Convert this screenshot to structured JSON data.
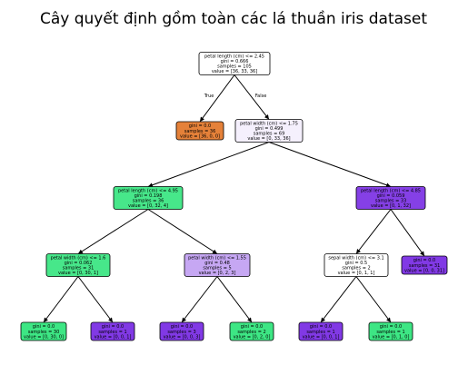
{
  "title": "Cây quyết định gồm toàn các lá thuần iris dataset",
  "edge_labels": {
    "true": "True",
    "false": "False"
  },
  "colors": {
    "white": "#ffffff",
    "orange": "#e58139",
    "lavender_light": "#f5f0fd",
    "green": "#3de684",
    "green_light": "#47e78a",
    "purple": "#8139e5",
    "purple_mid": "#8540e6",
    "lavender": "#c6a7f3"
  },
  "nodes": [
    {
      "id": "n0",
      "color": "white",
      "lines": [
        "petal length (cm) <= 2.45",
        "gini = 0.666",
        "samples = 105",
        "value = [36, 33, 36]"
      ]
    },
    {
      "id": "n1",
      "color": "orange",
      "lines": [
        "gini = 0.0",
        "samples = 36",
        "value = [36, 0, 0]"
      ]
    },
    {
      "id": "n2",
      "color": "lavender_light",
      "lines": [
        "petal width (cm) <= 1.75",
        "gini = 0.499",
        "samples = 69",
        "value = [0, 33, 36]"
      ]
    },
    {
      "id": "n3",
      "color": "green_light",
      "lines": [
        "petal length (cm) <= 4.95",
        "gini = 0.198",
        "samples = 36",
        "value = [0, 32, 4]"
      ]
    },
    {
      "id": "n4",
      "color": "purple_mid",
      "lines": [
        "petal length (cm) <= 4.85",
        "gini = 0.059",
        "samples = 33",
        "value = [0, 1, 32]"
      ]
    },
    {
      "id": "n5",
      "color": "green_light",
      "lines": [
        "petal width (cm) <= 1.6",
        "gini = 0.062",
        "samples = 31",
        "value = [0, 30, 1]"
      ]
    },
    {
      "id": "n6",
      "color": "lavender",
      "lines": [
        "petal width (cm) <= 1.55",
        "gini = 0.48",
        "samples = 5",
        "value = [0, 2, 3]"
      ]
    },
    {
      "id": "n7",
      "color": "white",
      "lines": [
        "sepal width (cm) <= 3.1",
        "gini = 0.5",
        "samples = 2",
        "value = [0, 1, 1]"
      ]
    },
    {
      "id": "n8",
      "color": "purple",
      "lines": [
        "gini = 0.0",
        "samples = 31",
        "value = [0, 0, 31]"
      ]
    },
    {
      "id": "n9",
      "color": "green",
      "lines": [
        "gini = 0.0",
        "samples = 30",
        "value = [0, 30, 0]"
      ]
    },
    {
      "id": "n10",
      "color": "purple",
      "lines": [
        "gini = 0.0",
        "samples = 1",
        "value = [0, 0, 1]"
      ]
    },
    {
      "id": "n11",
      "color": "purple",
      "lines": [
        "gini = 0.0",
        "samples = 3",
        "value = [0, 0, 3]"
      ]
    },
    {
      "id": "n12",
      "color": "green",
      "lines": [
        "gini = 0.0",
        "samples = 2",
        "value = [0, 2, 0]"
      ]
    },
    {
      "id": "n13",
      "color": "purple",
      "lines": [
        "gini = 0.0",
        "samples = 1",
        "value = [0, 0, 1]"
      ]
    },
    {
      "id": "n14",
      "color": "green",
      "lines": [
        "gini = 0.0",
        "samples = 1",
        "value = [0, 1, 0]"
      ]
    }
  ],
  "edges": [
    {
      "from": "n0",
      "to": "n1",
      "label": "true"
    },
    {
      "from": "n0",
      "to": "n2",
      "label": "false"
    },
    {
      "from": "n2",
      "to": "n3"
    },
    {
      "from": "n2",
      "to": "n4"
    },
    {
      "from": "n3",
      "to": "n5"
    },
    {
      "from": "n3",
      "to": "n6"
    },
    {
      "from": "n4",
      "to": "n7"
    },
    {
      "from": "n4",
      "to": "n8"
    },
    {
      "from": "n5",
      "to": "n9"
    },
    {
      "from": "n5",
      "to": "n10"
    },
    {
      "from": "n6",
      "to": "n11"
    },
    {
      "from": "n6",
      "to": "n12"
    },
    {
      "from": "n7",
      "to": "n13"
    },
    {
      "from": "n7",
      "to": "n14"
    }
  ]
}
